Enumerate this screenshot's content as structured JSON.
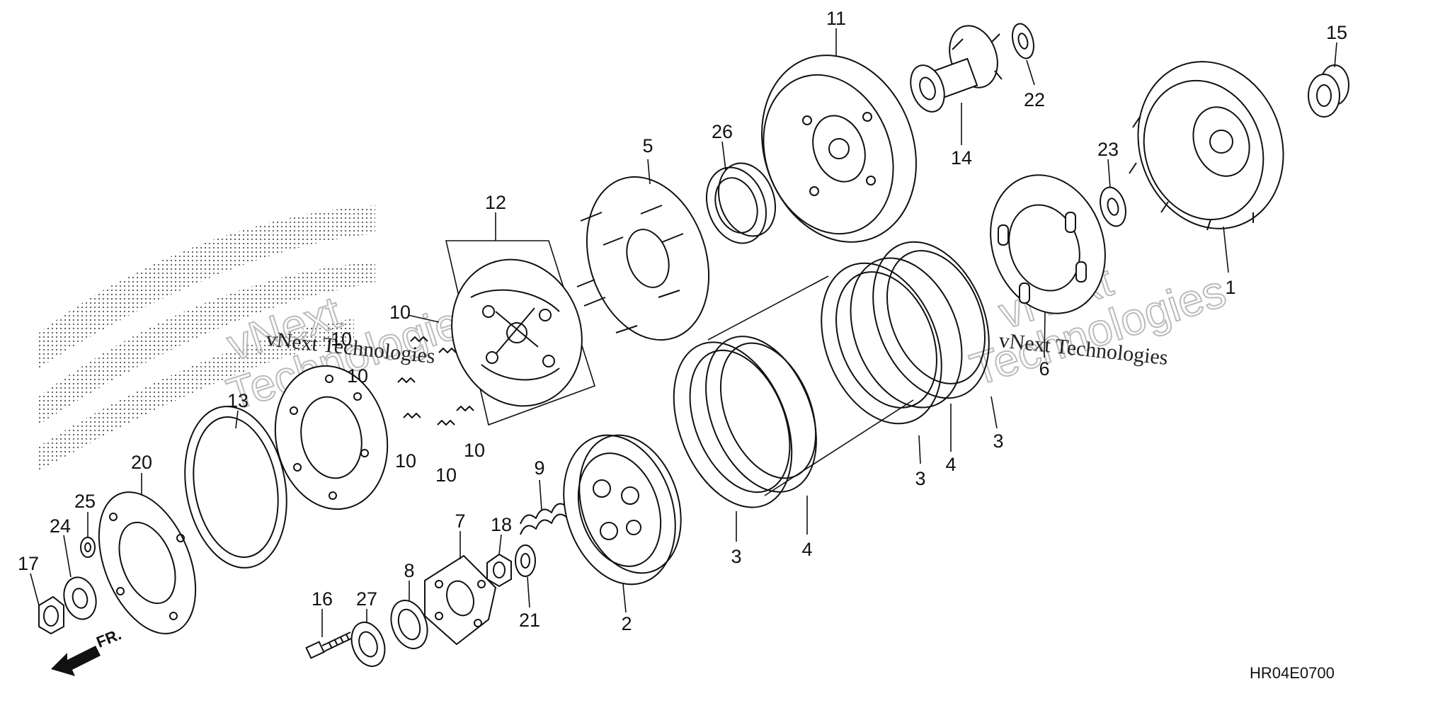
{
  "diagram": {
    "code": "HR04E0700",
    "direction_label": "FR.",
    "watermarks": [
      "vNext Technologies",
      "vNext Technologies"
    ],
    "callouts": [
      {
        "id": "c1",
        "text": "1"
      },
      {
        "id": "c2",
        "text": "2"
      },
      {
        "id": "c3a",
        "text": "3"
      },
      {
        "id": "c3b",
        "text": "3"
      },
      {
        "id": "c3c",
        "text": "3"
      },
      {
        "id": "c4a",
        "text": "4"
      },
      {
        "id": "c4b",
        "text": "4"
      },
      {
        "id": "c5",
        "text": "5"
      },
      {
        "id": "c6",
        "text": "6"
      },
      {
        "id": "c7",
        "text": "7"
      },
      {
        "id": "c8",
        "text": "8"
      },
      {
        "id": "c9",
        "text": "9"
      },
      {
        "id": "c10a",
        "text": "10"
      },
      {
        "id": "c10b",
        "text": "10"
      },
      {
        "id": "c10c",
        "text": "10"
      },
      {
        "id": "c10d",
        "text": "10"
      },
      {
        "id": "c10e",
        "text": "10"
      },
      {
        "id": "c10f",
        "text": "10"
      },
      {
        "id": "c11",
        "text": "11"
      },
      {
        "id": "c12",
        "text": "12"
      },
      {
        "id": "c13",
        "text": "13"
      },
      {
        "id": "c14",
        "text": "14"
      },
      {
        "id": "c15",
        "text": "15"
      },
      {
        "id": "c16",
        "text": "16"
      },
      {
        "id": "c17",
        "text": "17"
      },
      {
        "id": "c18",
        "text": "18"
      },
      {
        "id": "c20",
        "text": "20"
      },
      {
        "id": "c21",
        "text": "21"
      },
      {
        "id": "c22",
        "text": "22"
      },
      {
        "id": "c23",
        "text": "23"
      },
      {
        "id": "c24",
        "text": "24"
      },
      {
        "id": "c25",
        "text": "25"
      },
      {
        "id": "c26",
        "text": "26"
      },
      {
        "id": "c27",
        "text": "27"
      }
    ]
  }
}
